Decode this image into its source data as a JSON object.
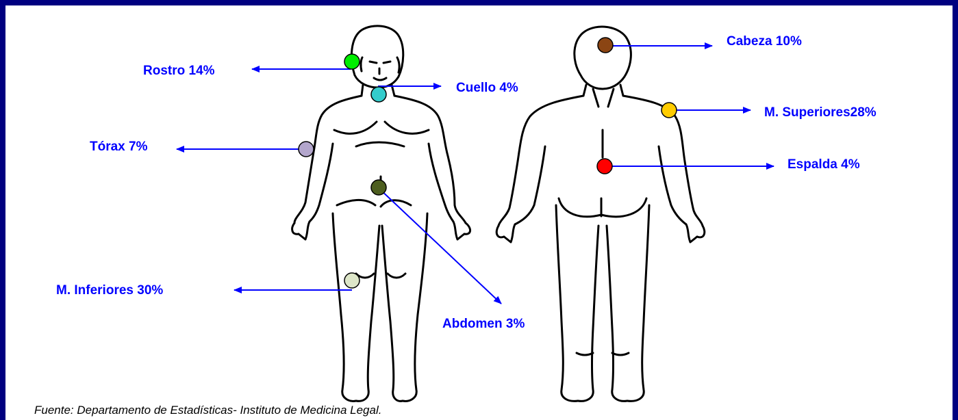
{
  "colors": {
    "frame": "#000080",
    "label_text": "#0000ff",
    "arrow": "#0000ff",
    "body_outline": "#000000"
  },
  "labels": {
    "rostro": "Rostro 14%",
    "cuello": "Cuello 4%",
    "torax": "Tórax 7%",
    "abdomen": "Abdomen 3%",
    "m_inferiores": "M. Inferiores 30%",
    "cabeza": "Cabeza 10%",
    "m_superiores": "M. Superiores28%",
    "espalda": "Espalda 4%"
  },
  "markers": {
    "rostro": "#00ee00",
    "cuello": "#33cccc",
    "torax": "#b3a6cc",
    "abdomen": "#4d5e1f",
    "m_inferiores": "#dde6c8",
    "cabeza": "#8b4513",
    "m_superiores": "#ffcc00",
    "espalda": "#ff0000"
  },
  "source": "Fuente: Departamento de Estadísticas- Instituto de Medicina Legal."
}
